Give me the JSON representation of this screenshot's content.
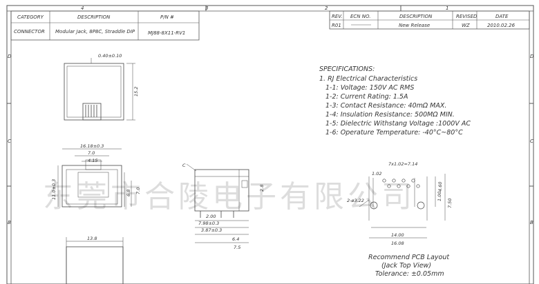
{
  "zones": {
    "top": [
      "4",
      "3",
      "2",
      "1"
    ],
    "left": [
      "D",
      "C",
      "B"
    ],
    "right": [
      "D",
      "C",
      "B"
    ]
  },
  "title_block": {
    "headers": [
      "CATEGORY",
      "DESCRIPTION",
      "P/N #"
    ],
    "values": [
      "CONNECTOR",
      "Modular Jack, 8P8C, Straddle DIP",
      "MJ88-8X11-RV1"
    ]
  },
  "revision_block": {
    "headers": [
      "REV.",
      "ECN NO.",
      "DESCRIPTION",
      "REVISED",
      "DATE"
    ],
    "row": [
      "R01",
      "New Release",
      "WZ",
      "2010.02.26"
    ]
  },
  "specifications": {
    "title": "SPECIFICATIONS:",
    "subtitle": "1. RJ Electrical Characteristics",
    "items": [
      "1-1: Voltage: 150V AC RMS",
      "1-2: Current Rating: 1.5A",
      "1-3: Contact Resistance: 40mΩ MAX.",
      "1-4: Insulation Resistance: 500MΩ MIN.",
      "1-5: Dielectric Withstang Voltage :1000V AC",
      "1-6: Operature Temperature: -40°C~80°C"
    ]
  },
  "dimensions": {
    "top_view": [
      "0.40±0.10",
      "15.2"
    ],
    "front_view": [
      "16.18±0.3",
      "7.0",
      "4.15",
      "11.0±0.3",
      "6.8",
      "7.0"
    ],
    "side_view": [
      "C",
      "2.8",
      "2.00",
      "7.98±0.3",
      "3.87±0.3",
      "6.4",
      "7.5"
    ],
    "pcb_layout": [
      "7x1.02=7.14",
      "1.02",
      "2-ø3.22",
      "1.00",
      "4.60",
      "7.50",
      "14.00",
      "16.08"
    ],
    "bottom_view": [
      "13.8"
    ]
  },
  "pcb_caption": [
    "Recommend PCB Layout",
    "(Jack Top View)",
    "Tolerance: ±0.05mm"
  ],
  "watermark": "东莞市合陵电子有限公司"
}
